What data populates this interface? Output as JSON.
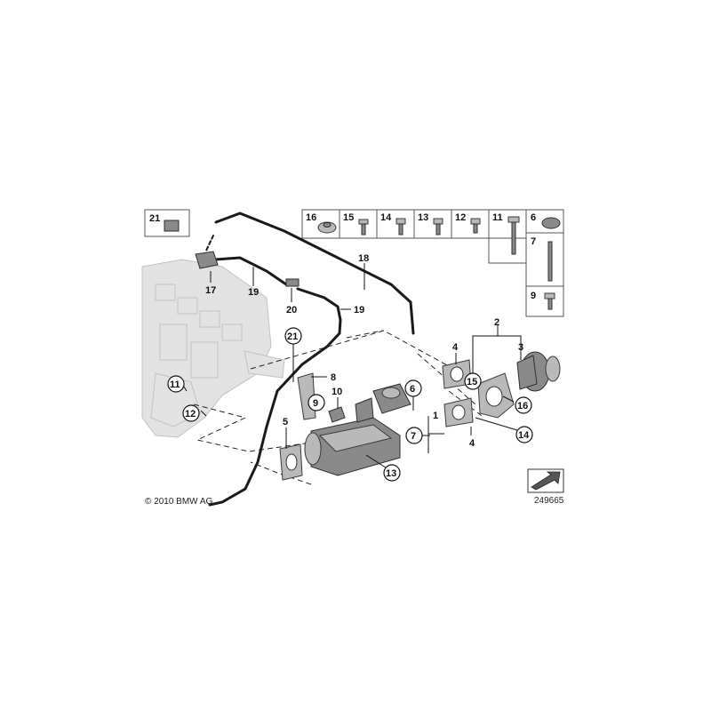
{
  "copyright": "© 2010 BMW AG",
  "diagram_number": "249665",
  "hardware_boxes": {
    "b21": "21",
    "b16": "16",
    "b15": "15",
    "b14": "14",
    "b13": "13",
    "b12": "12",
    "b11": "11",
    "b6": "6",
    "b7": "7",
    "b9": "9"
  },
  "callouts": {
    "c17": "17",
    "c19a": "19",
    "c20": "20",
    "c18": "18",
    "c19b": "19",
    "c21": "21",
    "c8": "8",
    "c9": "9",
    "c10": "10",
    "c11": "11",
    "c12": "12",
    "c5": "5",
    "c13": "13",
    "c6": "6",
    "c7": "7",
    "c1": "1",
    "c4a": "4",
    "c2": "2",
    "c3": "3",
    "c15": "15",
    "c16": "16",
    "c14": "14",
    "c4b": "4"
  }
}
